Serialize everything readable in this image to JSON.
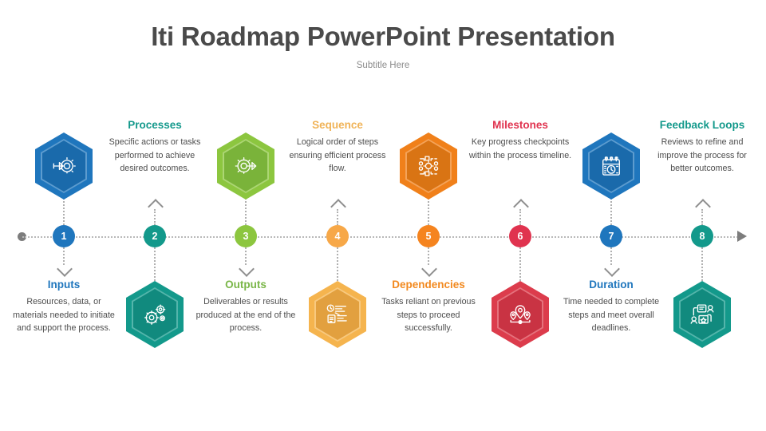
{
  "header": {
    "title": "Iti Roadmap PowerPoint Presentation",
    "subtitle": "Subtitle Here",
    "title_color": "#4a4a4a",
    "subtitle_color": "#8b8b8b"
  },
  "timeline": {
    "start_marker": "start-dot",
    "end_marker": "arrow-right",
    "line_style": "dotted",
    "line_color": "#b9b9b9"
  },
  "items": [
    {
      "number": "1",
      "heading": "Inputs",
      "description": "Resources, data, or materials needed to initiate and support the process.",
      "heading_color": "#1f76bd",
      "circle_color": "#1f76bd",
      "hex_color": "#1f76bd",
      "hex_inner_color": "#1a6aab",
      "icon_name": "arrow-into-gear-icon",
      "hex_position": "above",
      "text_position": "below"
    },
    {
      "number": "2",
      "heading": "Processes",
      "description": "Specific actions or tasks performed to achieve desired outcomes.",
      "heading_color": "#14998c",
      "circle_color": "#13998b",
      "hex_color": "#13998b",
      "hex_inner_color": "#118a7e",
      "icon_name": "gears-icon",
      "hex_position": "below",
      "text_position": "above"
    },
    {
      "number": "3",
      "heading": "Outputs",
      "description": "Deliverables or results produced at the end of the process.",
      "heading_color": "#7ab648",
      "circle_color": "#8cc63f",
      "hex_color": "#8cc63f",
      "hex_inner_color": "#7ab33a",
      "icon_name": "gear-arrow-right-icon",
      "hex_position": "above",
      "text_position": "below"
    },
    {
      "number": "4",
      "heading": "Sequence",
      "description": "Logical order of steps ensuring efficient process flow.",
      "heading_color": "#f0b357",
      "circle_color": "#f7a848",
      "hex_color": "#f5b44e",
      "hex_inner_color": "#e2a03f",
      "icon_name": "ordered-list-steps-icon",
      "hex_position": "below",
      "text_position": "above"
    },
    {
      "number": "5",
      "heading": "Dependencies",
      "description": "Tasks reliant on previous steps to proceed successfully.",
      "heading_color": "#f2891f",
      "circle_color": "#f5841f",
      "hex_color": "#f0801a",
      "hex_inner_color": "#d97414",
      "icon_name": "workflow-cycle-icon",
      "hex_position": "above",
      "text_position": "below"
    },
    {
      "number": "6",
      "heading": "Milestones",
      "description": "Key progress checkpoints within the process timeline.",
      "heading_color": "#e0334f",
      "circle_color": "#e0334f",
      "hex_color": "#dc3c4c",
      "hex_inner_color": "#c93343",
      "icon_name": "map-pin-milestones-icon",
      "hex_position": "below",
      "text_position": "above"
    },
    {
      "number": "7",
      "heading": "Duration",
      "description": "Time needed to complete steps and meet overall deadlines.",
      "heading_color": "#1f76bd",
      "circle_color": "#1f76bd",
      "hex_color": "#1f76bd",
      "hex_inner_color": "#1a6aab",
      "icon_name": "calendar-clock-icon",
      "hex_position": "above",
      "text_position": "below"
    },
    {
      "number": "8",
      "heading": "Feedback Loops",
      "description": "Reviews to refine and improve the process for better outcomes.",
      "heading_color": "#13998b",
      "circle_color": "#13998b",
      "hex_color": "#13998b",
      "hex_inner_color": "#118a7e",
      "icon_name": "feedback-review-icon",
      "hex_position": "below",
      "text_position": "above"
    }
  ]
}
